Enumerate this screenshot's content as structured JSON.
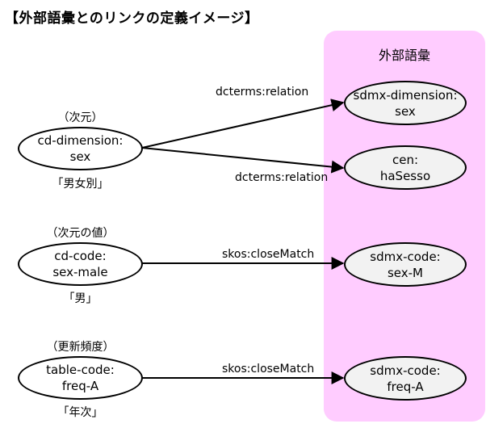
{
  "title": "【外部語彙とのリンクの定義イメージ】",
  "vocab_panel": {
    "title": "外部語彙",
    "color": "#ffccff"
  },
  "local_nodes": [
    {
      "line1": "cd-dimension:",
      "line2": "sex",
      "header": "（次元）",
      "footer": "「男女別」"
    },
    {
      "line1": "cd-code:",
      "line2": "sex-male",
      "header": "（次元の値）",
      "footer": "「男」"
    },
    {
      "line1": "table-code:",
      "line2": "freq-A",
      "header": "（更新頻度）",
      "footer": "「年次」"
    }
  ],
  "external_nodes": [
    {
      "line1": "sdmx-dimension:",
      "line2": "sex"
    },
    {
      "line1": "cen:",
      "line2": "haSesso"
    },
    {
      "line1": "sdmx-code:",
      "line2": "sex-M"
    },
    {
      "line1": "sdmx-code:",
      "line2": "freq-A"
    }
  ],
  "edges": [
    {
      "from": "cd-dimension:sex",
      "to": "sdmx-dimension:sex",
      "label": "dcterms:relation"
    },
    {
      "from": "cd-dimension:sex",
      "to": "cen:haSesso",
      "label": "dcterms:relation"
    },
    {
      "from": "cd-code:sex-male",
      "to": "sdmx-code:sex-M",
      "label": "skos:closeMatch"
    },
    {
      "from": "table-code:freq-A",
      "to": "sdmx-code:freq-A",
      "label": "skos:closeMatch"
    }
  ],
  "colors": {
    "panel": "#ffccff",
    "external_fill": "#f2f2f2",
    "local_fill": "#ffffff",
    "stroke": "#000000"
  }
}
